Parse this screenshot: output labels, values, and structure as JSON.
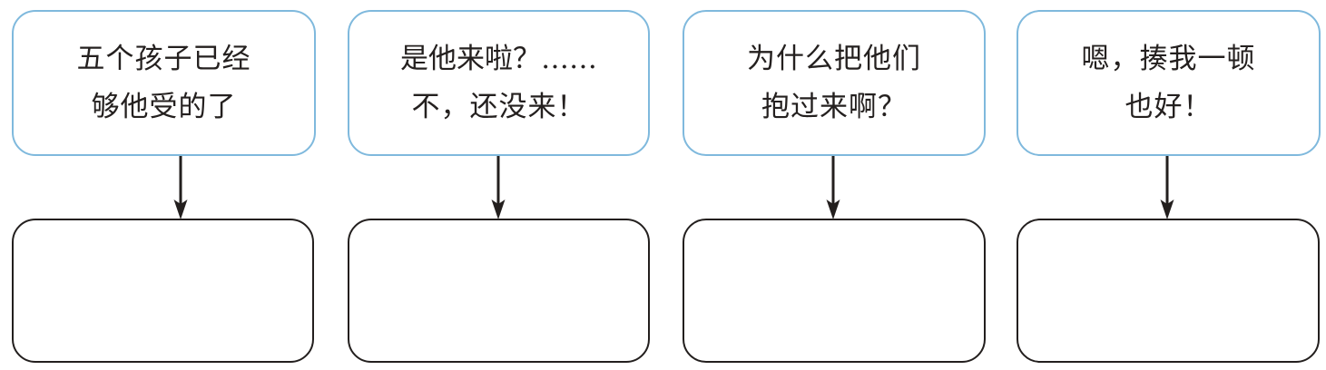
{
  "diagram": {
    "type": "flow-columns",
    "colors": {
      "thought_border": "#7fb9dd",
      "answer_border": "#231f1e",
      "arrow": "#231f1e",
      "text": "#24201f",
      "background": "#ffffff"
    },
    "columns": [
      {
        "id": "column-1",
        "thought": {
          "lines": [
            "五个孩子已经",
            "够他受的了"
          ],
          "full_text": "五个孩子已经够他受的了"
        },
        "arrow": {
          "direction": "down"
        },
        "answer": {
          "text": ""
        }
      },
      {
        "id": "column-2",
        "thought": {
          "lines": [
            "是他来啦？……",
            "不，还没来！"
          ],
          "full_text": "是他来啦？……不，还没来！"
        },
        "arrow": {
          "direction": "down"
        },
        "answer": {
          "text": ""
        }
      },
      {
        "id": "column-3",
        "thought": {
          "lines": [
            "为什么把他们",
            "抱过来啊？"
          ],
          "full_text": "为什么把他们抱过来啊？"
        },
        "arrow": {
          "direction": "down"
        },
        "answer": {
          "text": ""
        }
      },
      {
        "id": "column-4",
        "thought": {
          "lines": [
            "嗯，揍我一顿",
            "也好！"
          ],
          "full_text": "嗯，揍我一顿也好！"
        },
        "arrow": {
          "direction": "down"
        },
        "answer": {
          "text": ""
        }
      }
    ]
  }
}
